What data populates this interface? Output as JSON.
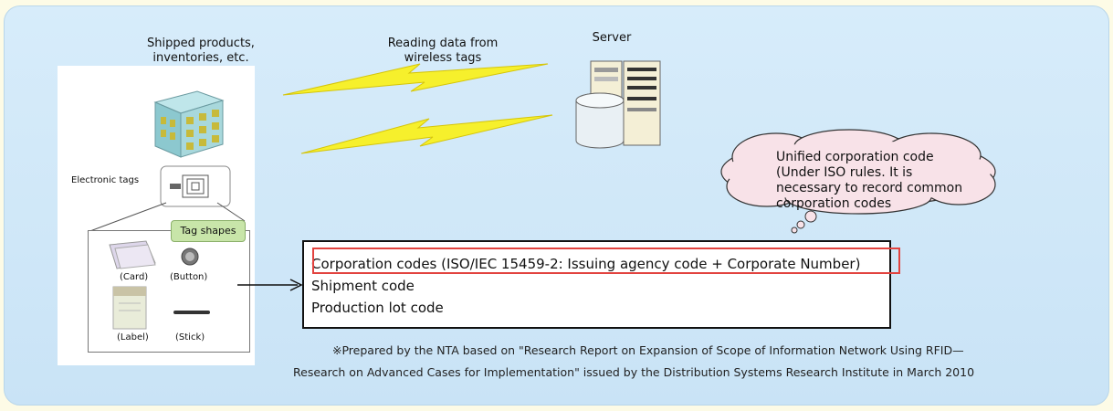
{
  "labels": {
    "shipped_products_line1": "Shipped products,",
    "shipped_products_line2": "inventories, etc.",
    "reading_data_line1": "Reading data from",
    "reading_data_line2": "wireless tags",
    "server": "Server",
    "electronic_tags": "Electronic tags",
    "tag_shapes": "Tag shapes",
    "card": "(Card)",
    "button": "(Button)",
    "label": "(Label)",
    "stick": "(Stick)"
  },
  "cloud": {
    "line1": "Unified corporation code",
    "line2": "(Under ISO rules. It is",
    "line3": "necessary to record common",
    "line4": "corporation codes"
  },
  "codes": {
    "line1": "Corporation codes (ISO/IEC 15459-2: Issuing agency code + Corporate Number)",
    "line2": "Shipment code",
    "line3": "Production lot code"
  },
  "note": {
    "line1": "※Prepared by the NTA based on \"Research Report on Expansion of Scope of Information Network Using RFID—",
    "line2": "Research on Advanced Cases for Implementation\" issued by the Distribution Systems Research Institute in March 2010"
  },
  "colors": {
    "panel_bg": "#d3e9f9",
    "lightning": "#f6f02c",
    "highlight_box": "#e2433f",
    "cloud_fill": "#f8e2e8",
    "tag_shapes_bg": "#c8e5a9"
  }
}
